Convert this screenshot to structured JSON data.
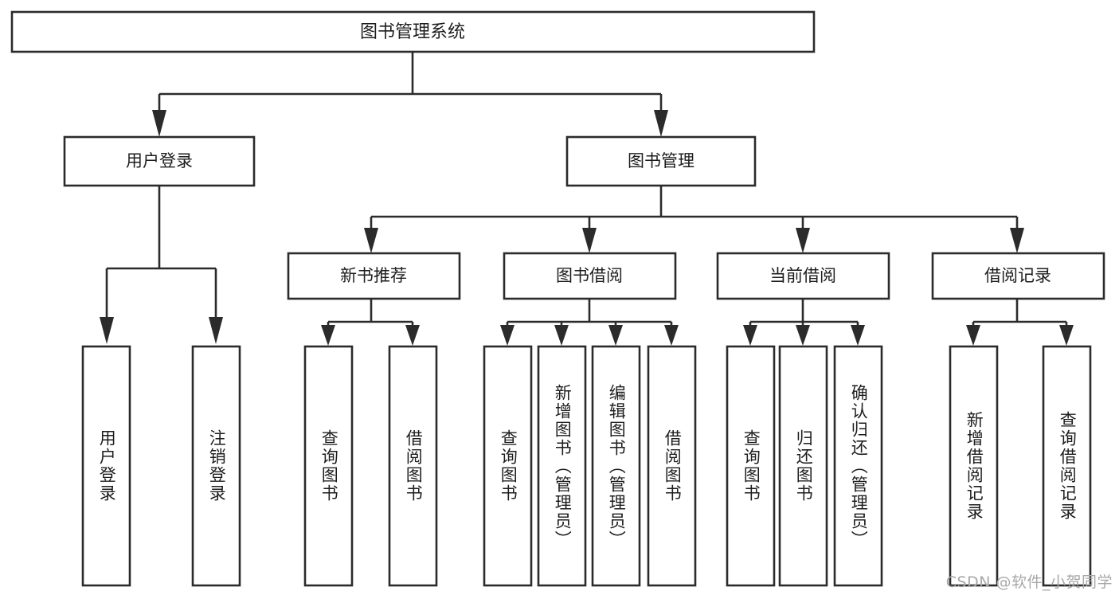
{
  "diagram": {
    "title": "图书管理系统",
    "watermark": "CSDN @软件_小贺同学",
    "colors": {
      "stroke": "#2b2b2b",
      "fill": "#ffffff",
      "text": "#1d1d1d",
      "watermark": "#a8a8a8"
    },
    "root": {
      "label": "图书管理系统"
    },
    "level2": [
      {
        "label": "用户登录"
      },
      {
        "label": "图书管理"
      }
    ],
    "level3": [
      {
        "label": "新书推荐"
      },
      {
        "label": "图书借阅"
      },
      {
        "label": "当前借阅"
      },
      {
        "label": "借阅记录"
      }
    ],
    "leaves": {
      "user_login": [
        {
          "label": "用户登录"
        },
        {
          "label": "注销登录"
        }
      ],
      "new_book": [
        {
          "label": "查询图书"
        },
        {
          "label": "借阅图书"
        }
      ],
      "book_borrow": [
        {
          "label": "查询图书"
        },
        {
          "label": "新增图书（管理员）"
        },
        {
          "label": "编辑图书（管理员）"
        },
        {
          "label": "借阅图书"
        }
      ],
      "current_borrow": [
        {
          "label": "查询图书"
        },
        {
          "label": "归还图书"
        },
        {
          "label": "确认归还（管理员）"
        }
      ],
      "borrow_record": [
        {
          "label": "新增借阅记录"
        },
        {
          "label": "查询借阅记录"
        }
      ]
    }
  }
}
